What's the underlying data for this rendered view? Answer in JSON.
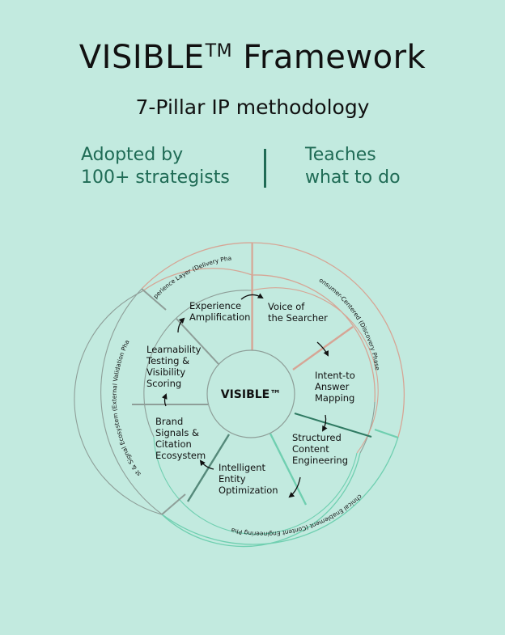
{
  "header": {
    "title": "VISIBLE",
    "title_tm": "TM",
    "subtitle": "7-Pillar IP methodology"
  },
  "stats": {
    "left_line1": "Adopted by",
    "left_line2": "100+ strategists",
    "right_line1": "Teaches",
    "right_line2": "what to do"
  },
  "title_suffix": "Framework",
  "diagram": {
    "center": "VISIBLE™",
    "pillars": [
      {
        "lines": [
          "Voice of",
          "the Searcher"
        ]
      },
      {
        "lines": [
          "Intent-to",
          "Answer",
          "Mapping"
        ]
      },
      {
        "lines": [
          "Structured",
          "Content",
          "Engineering"
        ]
      },
      {
        "lines": [
          "Intelligent",
          "Entity",
          "Optimization"
        ]
      },
      {
        "lines": [
          "Brand",
          "Signals &",
          "Citation",
          "Ecosystem"
        ]
      },
      {
        "lines": [
          "Learnability",
          "Testing &",
          "Visibility",
          "Scoring"
        ]
      },
      {
        "lines": [
          "Experience",
          "Amplification"
        ]
      }
    ],
    "phases": [
      {
        "label": "Experience Layer (Delivery Phase)"
      },
      {
        "label": "Consumer-Centered (Discovery Phase)"
      },
      {
        "label": "Technical Enablement (Content Engineering Phase)"
      },
      {
        "label": "Trust & Signal Ecosystem (External Validation Phase)"
      }
    ]
  },
  "colors": {
    "background": "#c2eadf",
    "accent": "#1f6b55",
    "warm_line": "#d6a595",
    "cool_line": "#6fcfb0",
    "gray_line": "#8e9e98"
  }
}
